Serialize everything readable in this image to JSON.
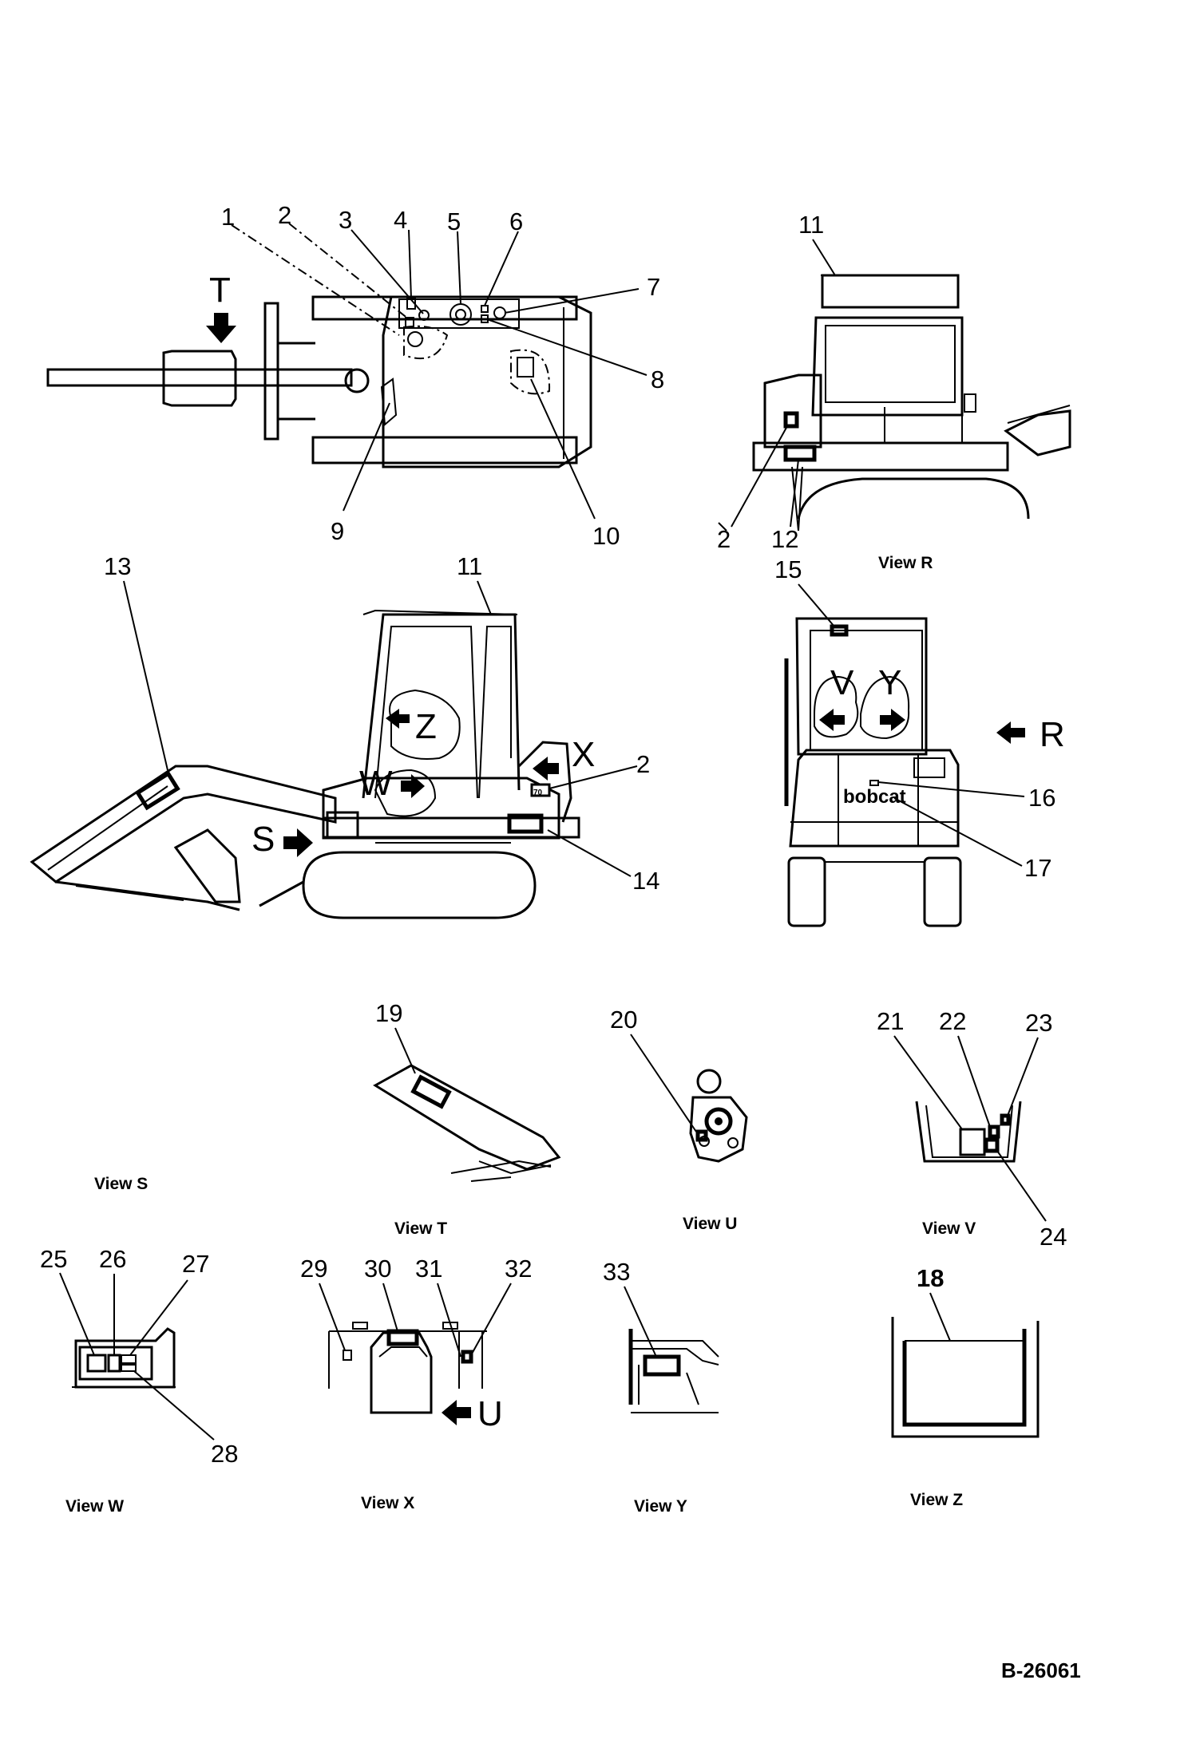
{
  "callouts": {
    "n1": "1",
    "n2": "2",
    "n3": "3",
    "n4": "4",
    "n5": "5",
    "n6": "6",
    "n7": "7",
    "n8": "8",
    "n9": "9",
    "n10": "10",
    "n11": "11",
    "n12": "12",
    "n13": "13",
    "n14": "14",
    "n15": "15",
    "n16": "16",
    "n17": "17",
    "n18": "18",
    "n19": "19",
    "n20": "20",
    "n21": "21",
    "n22": "22",
    "n23": "23",
    "n24": "24",
    "n25": "25",
    "n26": "26",
    "n27": "27",
    "n28": "28",
    "n29": "29",
    "n30": "30",
    "n31": "31",
    "n32": "32",
    "n33": "33"
  },
  "view_markers": {
    "T": "T",
    "R": "R",
    "S": "S",
    "W": "W",
    "X": "X",
    "Z": "Z",
    "V": "V",
    "Y": "Y",
    "U": "U"
  },
  "decal_texts": {
    "side_small": "70",
    "rear_brand": "bobcat"
  },
  "captions": {
    "view_r": "View  R",
    "view_s": "View  S",
    "view_t": "View  T",
    "view_u": "View  U",
    "view_v": "View  V",
    "view_w": "View  W",
    "view_x": "View  X",
    "view_y": "View  Y",
    "view_z": "View  Z"
  },
  "drawing_code": "B-26061"
}
